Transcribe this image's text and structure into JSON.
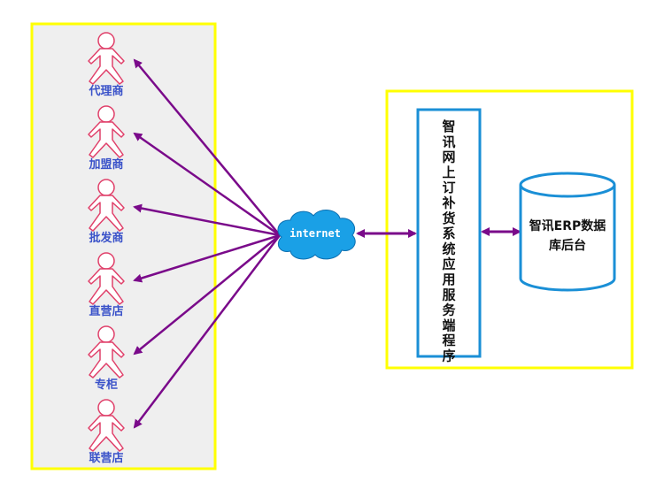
{
  "actors": [
    {
      "label": "代理商"
    },
    {
      "label": "加盟商"
    },
    {
      "label": "批发商"
    },
    {
      "label": "直营店"
    },
    {
      "label": "专柜"
    },
    {
      "label": "联营店"
    }
  ],
  "cloud": {
    "label": "internet"
  },
  "server": {
    "label": "智讯网上订补货系统应用服务端程序"
  },
  "database": {
    "line1": "智讯ERP数据",
    "line2": "库后台"
  },
  "colors": {
    "group_border": "#ffff00",
    "group_fill_left": "#efefef",
    "actor_stroke": "#e0406a",
    "arrow": "#7a0a8a",
    "cloud_fill": "#1aa0e6",
    "box_border": "#1a8fd6"
  }
}
